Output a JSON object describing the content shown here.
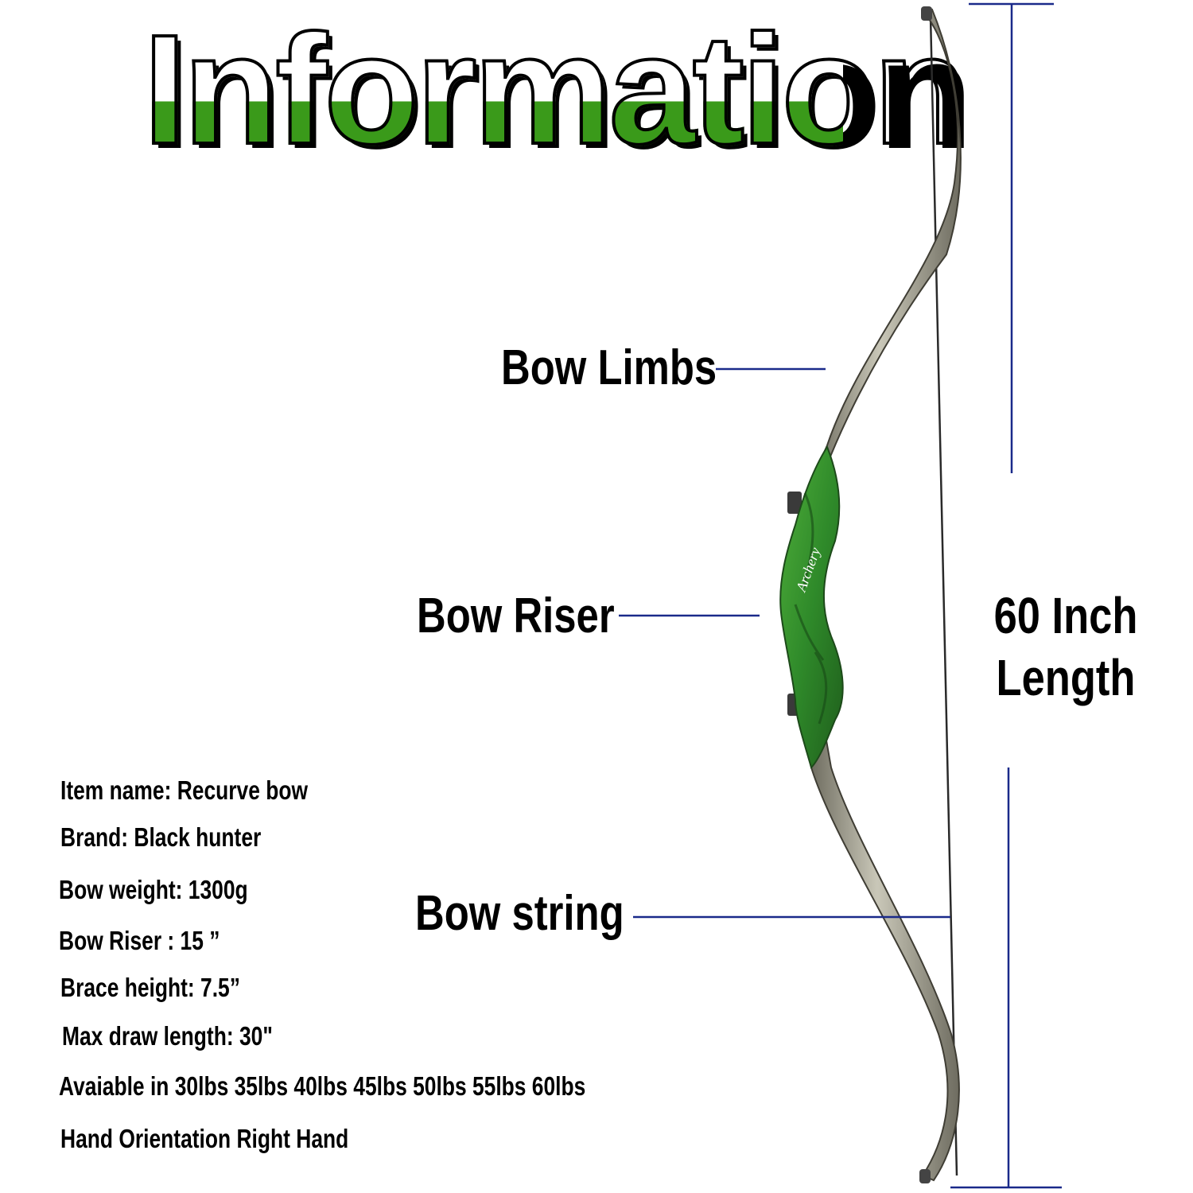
{
  "title": "Information",
  "parts": {
    "limbs": "Bow Limbs",
    "riser": "Bow Riser",
    "string": "Bow string"
  },
  "length": {
    "line1": "60 Inch",
    "line2": "Length"
  },
  "specs": [
    "Item name: Recurve bow",
    "Brand: Black hunter",
    "Bow weight:  1300g",
    "Bow Riser : 15 ”",
    "Brace height: 7.5”",
    "Max draw length: 30\"",
    "Avaiable in 30lbs  35lbs  40lbs  45lbs  50lbs  55lbs  60lbs",
    "Hand Orientation  Right Hand"
  ],
  "riser_logo": "Archery",
  "colors": {
    "accent_green": "#3a9a1a",
    "riser_green": "#2f8a2a",
    "line_blue": "#1a2a8a",
    "limb_gray": "#8a8878"
  }
}
